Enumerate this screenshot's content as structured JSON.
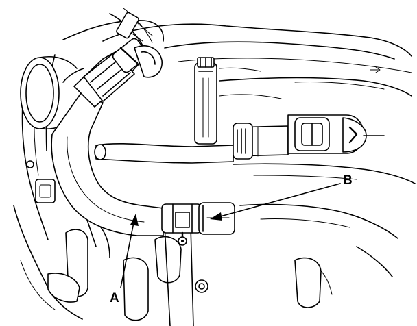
{
  "callouts": {
    "a": "A",
    "b": "B"
  },
  "icons": [
    "engine-hose-illustration",
    "leader-arrow-a",
    "leader-arrow-b"
  ],
  "colors": {
    "line": "#000000",
    "background": "#ffffff"
  }
}
